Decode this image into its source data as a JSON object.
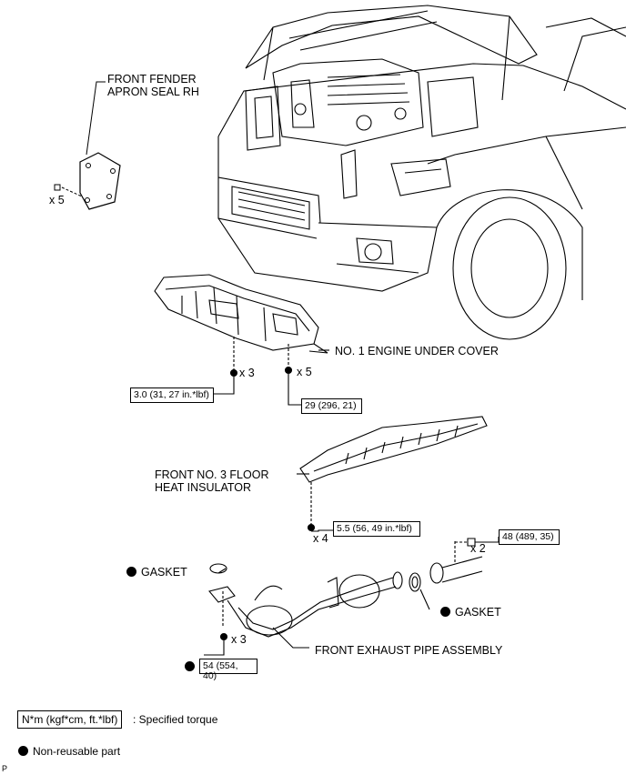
{
  "labels": {
    "fender_seal": [
      "FRONT FENDER",
      "APRON SEAL RH"
    ],
    "under_cover": "NO. 1 ENGINE UNDER COVER",
    "heat_insulator": [
      "FRONT NO. 3 FLOOR",
      "HEAT INSULATOR"
    ],
    "gasket_left": "GASKET",
    "gasket_right": "GASKET",
    "exhaust_pipe": "FRONT EXHAUST PIPE ASSEMBLY"
  },
  "quantities": {
    "fender_clips": "x 5",
    "cover_bolts_left": "x 3",
    "cover_bolts_right": "x 5",
    "insulator_nuts": "x 4",
    "flange_bolts": "x 2",
    "pipe_nuts": "x 3"
  },
  "torques": {
    "cover_left": "3.0 (31, 27 in.*lbf)",
    "cover_right": "29 (296, 21)",
    "insulator": "5.5 (56, 49 in.*lbf)",
    "flange": "48 (489, 35)",
    "pipe": "54 (554, 40)"
  },
  "legend": {
    "torque_unit": "N*m (kgf*cm, ft.*lbf)",
    "torque_desc": ": Specified torque",
    "nonreusable_desc": "Non-reusable part"
  },
  "page_code": "P"
}
